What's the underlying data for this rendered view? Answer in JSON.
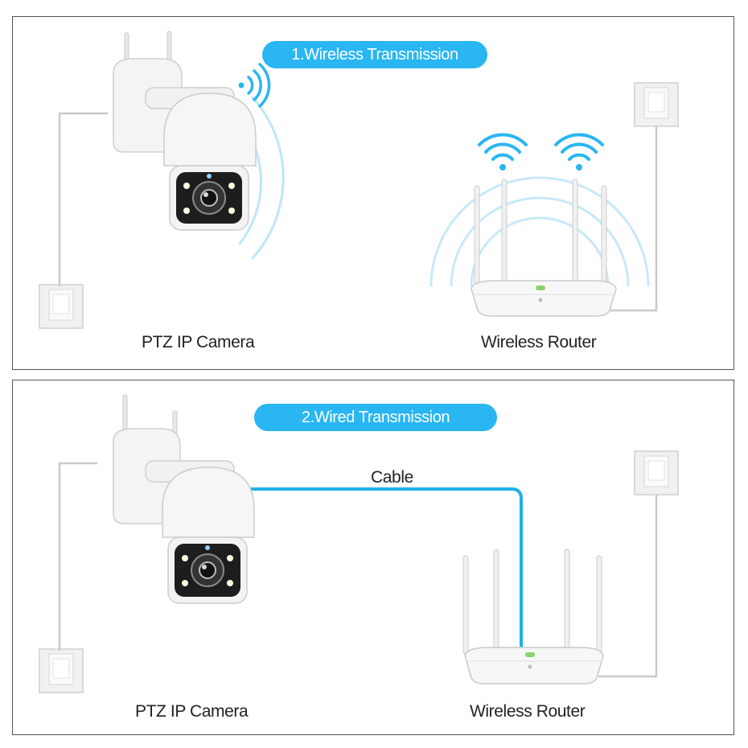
{
  "colors": {
    "accent": "#29b6f2",
    "cable": "#1fb0e8",
    "border": "#555555",
    "text": "#222222"
  },
  "panels": [
    {
      "title": "1.Wireless Transmission",
      "device_left_label": "PTZ IP Camera",
      "device_right_label": "Wireless Router"
    },
    {
      "title": "2.Wired Transmission",
      "cable_label": "Cable",
      "device_left_label": "PTZ IP Camera",
      "device_right_label": "Wireless Router"
    }
  ],
  "icons": [
    "ptz-camera-icon",
    "wireless-router-icon",
    "wall-socket-icon",
    "wifi-signal-icon",
    "signal-waves-icon"
  ]
}
